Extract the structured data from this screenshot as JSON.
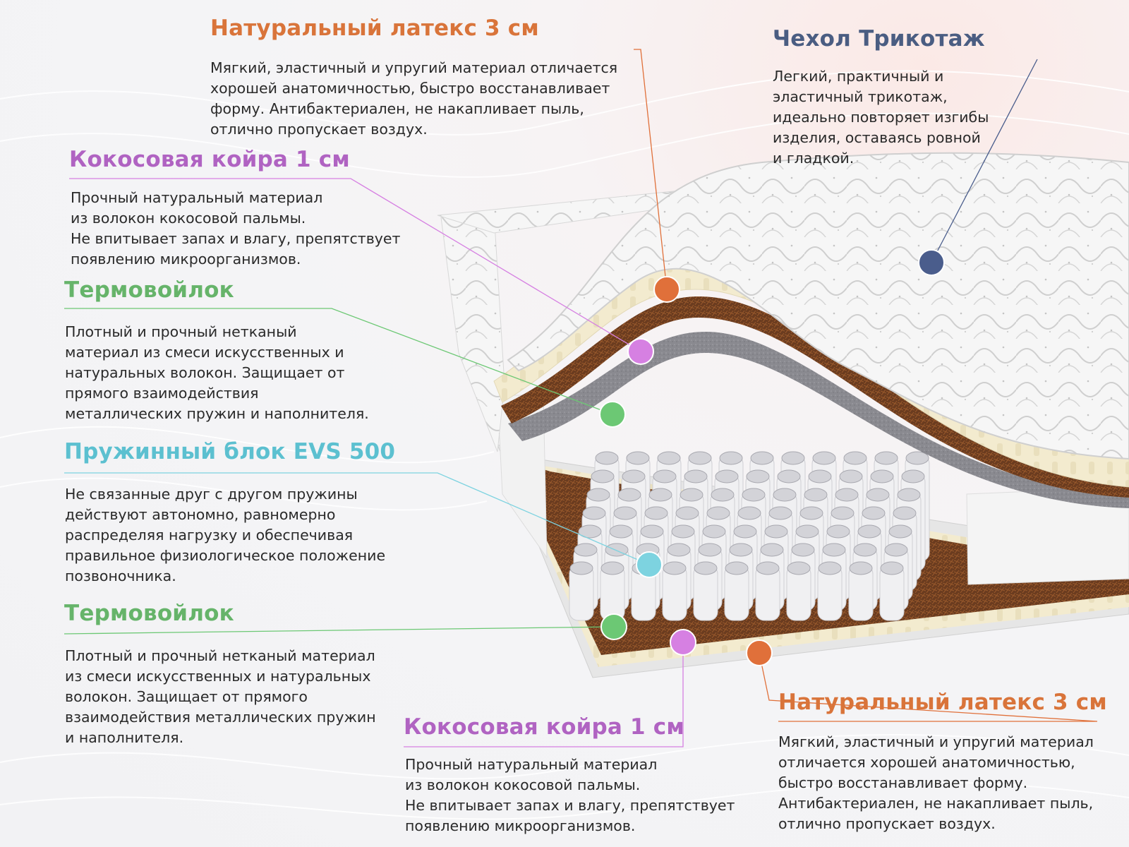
{
  "layers": [
    {
      "id": "latex-top",
      "title": "Натуральный латекс 3 см",
      "description": "Мягкий, эластичный и упругий материал отличается\nхорошей анатомичностью, быстро восстанавливает\nформу. Антибактериален, не накапливает пыль,\nотлично пропускает воздух.",
      "color": "#e0703a"
    },
    {
      "id": "cover",
      "title": "Чехол Трикотаж",
      "description": "Легкий, практичный и\nэластичный трикотаж,\nидеально повторяет изгибы\nизделия, оставаясь ровной\nи гладкой.",
      "color": "#4a5d8c"
    },
    {
      "id": "coir-top",
      "title": "Кокосовая койра 1 см",
      "description": "Прочный натуральный материал\nиз волокон кокосовой пальмы.\nНе впитывает запах и влагу, препятствует\nпоявлению микроорганизмов.",
      "color": "#d680e2"
    },
    {
      "id": "felt-top",
      "title": "Термовойлок",
      "description": "Плотный и прочный нетканый\nматериал из смеси искусственных и\nнатуральных волокон. Защищает от\nпрямого взаимодействия\nметаллических пружин и наполнителя.",
      "color": "#6cc874"
    },
    {
      "id": "spring-block",
      "title": "Пружинный блок EVS 500",
      "description": "Не связанные друг с другом пружины\nдействуют автономно, равномерно\nраспределяя нагрузку и обеспечивая\nправильное физиологическое положение\nпозвоночника.",
      "color": "#7dd3e0"
    },
    {
      "id": "felt-bottom",
      "title": "Термовойлок",
      "description": "Плотный и прочный нетканый материал\nиз смеси искусственных и натуральных\nволокон. Защищает от прямого\nвзаимодействия металлических пружин\nи наполнителя.",
      "color": "#6cc874"
    },
    {
      "id": "coir-bottom",
      "title": "Кокосовая койра 1 см",
      "description": "Прочный натуральный материал\nиз волокон кокосовой пальмы.\nНе впитывает запах и влагу, препятствует\nпоявлению микроорганизмов.",
      "color": "#d680e2"
    },
    {
      "id": "latex-bottom",
      "title": "Натуральный латекс 3 см",
      "description": "Мягкий, эластичный и упругий материал\nотличается хорошей анатомичностью,\nбыстро восстанавливает форму.\nАнтибактериален, не накапливает пыль,\nотлично пропускает воздух.",
      "color": "#e0703a"
    }
  ],
  "material_colors": {
    "quilt": "#f4f4f4",
    "quilt_stitch": "#c9c9c9",
    "latex": "#f3ebcf",
    "coir": "#6b3c1f",
    "felt": "#8e8e94",
    "foam": "#f5f5f5",
    "spring": "#f0f0f2"
  }
}
